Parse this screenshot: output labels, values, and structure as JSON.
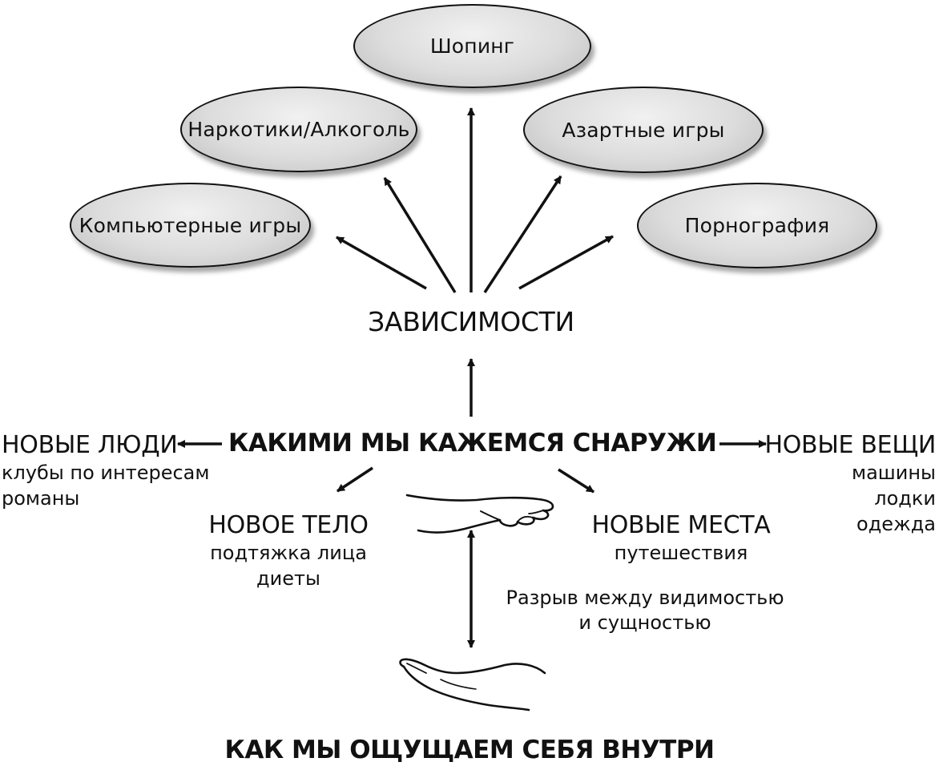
{
  "addictions": {
    "title": "ЗАВИСИМОСТИ",
    "items": [
      {
        "id": "shopping",
        "label": "Шопинг"
      },
      {
        "id": "drugs",
        "label": "Наркотики/Алкоголь"
      },
      {
        "id": "gambling",
        "label": "Азартные игры"
      },
      {
        "id": "games",
        "label": "Компьютерные игры"
      },
      {
        "id": "porn",
        "label": "Порнография"
      }
    ]
  },
  "outside": {
    "title": "КАКИМИ МЫ КАЖЕМСЯ СНАРУЖИ"
  },
  "new_people": {
    "title": "НОВЫЕ ЛЮДИ",
    "items": [
      "клубы по интересам",
      "романы"
    ]
  },
  "new_things": {
    "title": "НОВЫЕ ВЕЩИ",
    "items": [
      "машины",
      "лодки",
      "одежда"
    ]
  },
  "new_body": {
    "title": "НОВОЕ ТЕЛО",
    "items": [
      "подтяжка лица",
      "диеты"
    ]
  },
  "new_places": {
    "title": "НОВЫЕ МЕСТА",
    "items": [
      "путешествия"
    ]
  },
  "gap": {
    "lines": [
      "Разрыв между видимостью",
      "и сущностью"
    ]
  },
  "inside": {
    "title": "КАК МЫ ОЩУЩАЕМ СЕБЯ ВНУТРИ"
  },
  "edges": [
    {
      "from": "addictions",
      "to": "games"
    },
    {
      "from": "addictions",
      "to": "drugs"
    },
    {
      "from": "addictions",
      "to": "shopping"
    },
    {
      "from": "addictions",
      "to": "gambling"
    },
    {
      "from": "addictions",
      "to": "porn"
    },
    {
      "from": "outside",
      "to": "addictions"
    },
    {
      "from": "outside",
      "to": "new_people"
    },
    {
      "from": "outside",
      "to": "new_things"
    },
    {
      "from": "outside",
      "to": "new_body"
    },
    {
      "from": "outside",
      "to": "new_places"
    },
    {
      "from": "outside",
      "to": "inside",
      "bidirectional": true
    }
  ]
}
